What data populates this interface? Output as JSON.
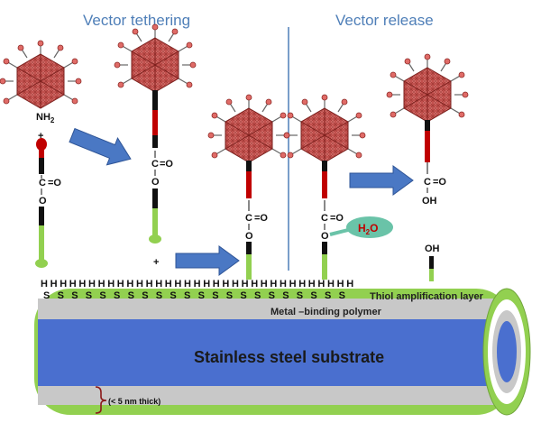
{
  "headings": {
    "tethering": "Vector tethering",
    "release": "Vector release"
  },
  "chem": {
    "nh2": "NH",
    "nh2_sub": "2",
    "plus": "+",
    "c": "C",
    "eq_o": "=O",
    "o": "O",
    "oh": "OH",
    "h": "H",
    "s": "S",
    "h2o_h": "H",
    "h2o_sub": "2",
    "h2o_o": "O"
  },
  "labels": {
    "thiol": "Thiol amplification layer",
    "polymer": "Metal –binding polymer",
    "substrate": "Stainless steel substrate",
    "thickness": "(< 5 nm thick)"
  },
  "colors": {
    "heading": "#4f7fb8",
    "virus": "#c0504d",
    "virus_dark": "#7a1f1c",
    "linker_red": "#c00000",
    "linker_green": "#92d050",
    "arrow": "#4a78c4",
    "substrate_blue": "#4a6fcf",
    "water_bubble": "#6ac3a8",
    "water_text": "#c00000"
  }
}
